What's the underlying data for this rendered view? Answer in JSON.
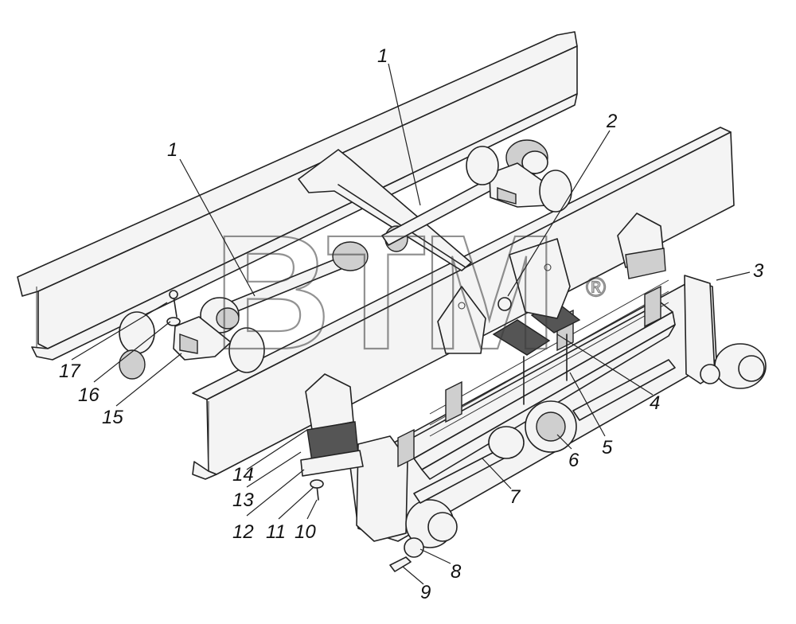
{
  "watermark": {
    "text": "BTM",
    "mark": "®"
  },
  "callouts": {
    "c1a": "1",
    "c1b": "1",
    "c2": "2",
    "c3": "3",
    "c4": "4",
    "c5": "5",
    "c6": "6",
    "c7": "7",
    "c8": "8",
    "c9": "9",
    "c10": "10",
    "c11": "11",
    "c12": "12",
    "c13": "13",
    "c14": "14",
    "c15": "15",
    "c16": "16",
    "c17": "17"
  }
}
